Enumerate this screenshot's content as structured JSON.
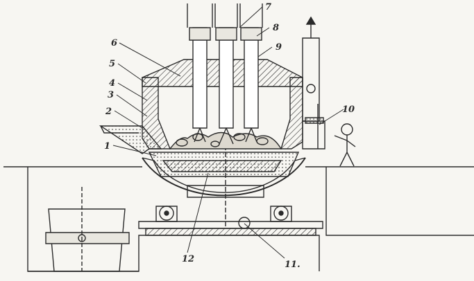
{
  "diagram": {
    "labels": [
      {
        "id": "1",
        "text": "1"
      },
      {
        "id": "2",
        "text": "2"
      },
      {
        "id": "3",
        "text": "3"
      },
      {
        "id": "4",
        "text": "4"
      },
      {
        "id": "5",
        "text": "5"
      },
      {
        "id": "6",
        "text": "6"
      },
      {
        "id": "7",
        "text": "7"
      },
      {
        "id": "8",
        "text": "8"
      },
      {
        "id": "9",
        "text": "9"
      },
      {
        "id": "10",
        "text": "10"
      },
      {
        "id": "11",
        "text": "11."
      },
      {
        "id": "12",
        "text": "12"
      }
    ]
  },
  "colors": {
    "ink": "#2a2a2a",
    "paper": "#f7f6f2"
  }
}
